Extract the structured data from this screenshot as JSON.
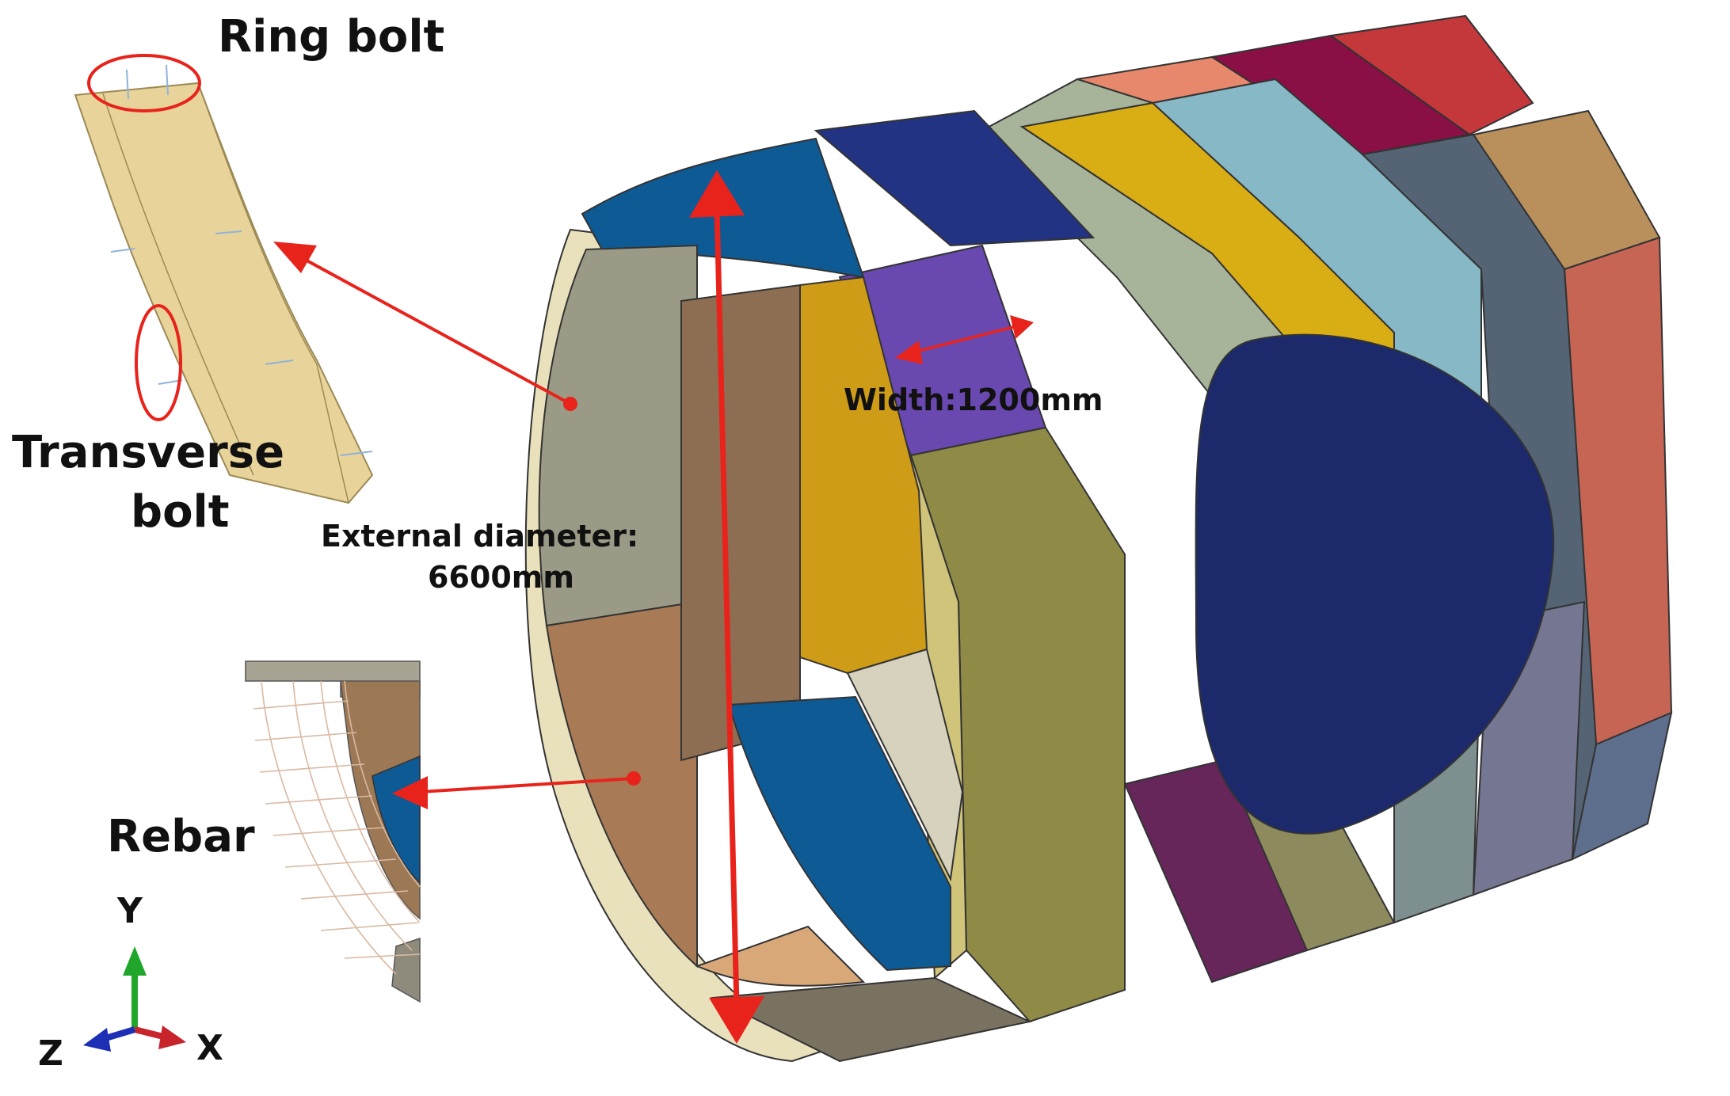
{
  "labels": {
    "ring_bolt": "Ring bolt",
    "transverse_bolt_1": "Transverse",
    "transverse_bolt_2": "bolt",
    "external_diameter_1": "External diameter:",
    "external_diameter_2": "6600mm",
    "width": "Width:1200mm",
    "rebar": "Rebar",
    "axis_y": "Y",
    "axis_x": "X",
    "axis_z": "Z"
  },
  "colors": {
    "annotation_red": "#e8231c",
    "segment_tan": "#e8d49a",
    "axis_y": "#1fa62b",
    "axis_x": "#c8242b",
    "axis_z": "#1d2fb5"
  }
}
